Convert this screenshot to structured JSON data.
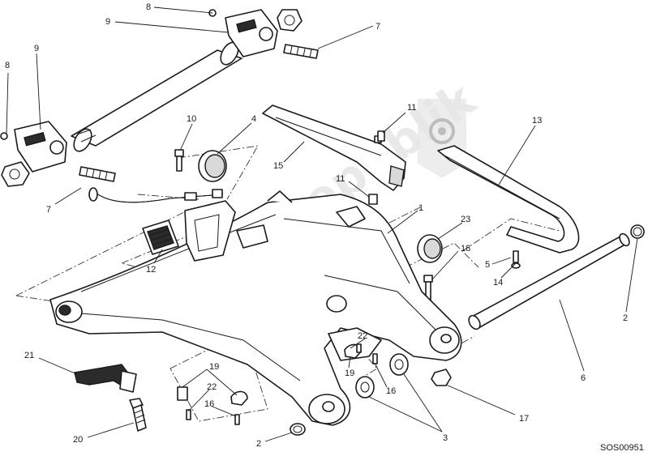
{
  "diagram": {
    "callouts": [
      {
        "id": "c8a",
        "text": "8"
      },
      {
        "id": "c9a",
        "text": "9"
      },
      {
        "id": "c7a",
        "text": "7"
      },
      {
        "id": "c8b",
        "text": "8"
      },
      {
        "id": "c9b",
        "text": "9"
      },
      {
        "id": "c7b",
        "text": "7"
      },
      {
        "id": "c10",
        "text": "10"
      },
      {
        "id": "c4",
        "text": "4"
      },
      {
        "id": "c15",
        "text": "15"
      },
      {
        "id": "c11a",
        "text": "11"
      },
      {
        "id": "c11b",
        "text": "11"
      },
      {
        "id": "c13",
        "text": "13"
      },
      {
        "id": "c1",
        "text": "1"
      },
      {
        "id": "c23",
        "text": "23"
      },
      {
        "id": "c18",
        "text": "18"
      },
      {
        "id": "c5",
        "text": "5"
      },
      {
        "id": "c14",
        "text": "14"
      },
      {
        "id": "c12",
        "text": "12"
      },
      {
        "id": "c2a",
        "text": "2"
      },
      {
        "id": "c6",
        "text": "6"
      },
      {
        "id": "c21",
        "text": "21"
      },
      {
        "id": "c19a",
        "text": "19"
      },
      {
        "id": "c22a",
        "text": "22"
      },
      {
        "id": "c16a",
        "text": "16"
      },
      {
        "id": "c22b",
        "text": "22"
      },
      {
        "id": "c19b",
        "text": "19"
      },
      {
        "id": "c16b",
        "text": "16"
      },
      {
        "id": "c17",
        "text": "17"
      },
      {
        "id": "c20",
        "text": "20"
      },
      {
        "id": "c2b",
        "text": "2"
      },
      {
        "id": "c3",
        "text": "3"
      }
    ],
    "drawing_code": "SOS00951",
    "watermark": "PartsRepublik"
  },
  "colors": {
    "line": "#1a1a1a",
    "background": "#ffffff",
    "watermark": "#d8d8d8"
  }
}
